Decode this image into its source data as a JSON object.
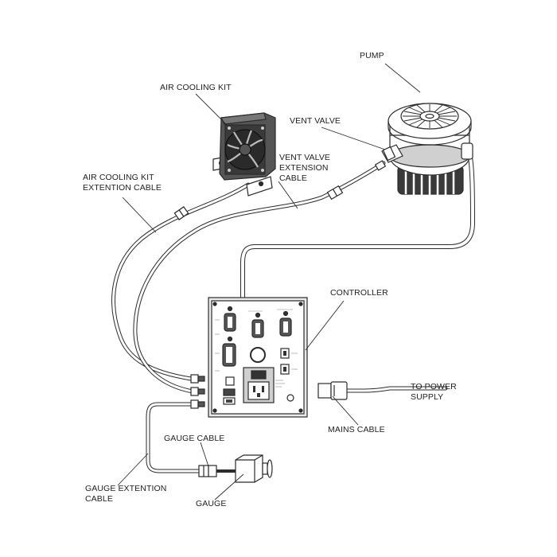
{
  "colors": {
    "line": "#2b2b2b",
    "cable_fill": "#ffffff",
    "part_dark": "#333333",
    "part_mid": "#8a8a8a",
    "part_light": "#dcdcdc",
    "text": "#222222"
  },
  "labels": {
    "pump": "PUMP",
    "air_cooling_kit": "AIR COOLING KIT",
    "vent_valve": "VENT VALVE",
    "vent_valve_extension_cable": [
      "VENT VALVE",
      "EXTENSION",
      "CABLE"
    ],
    "air_cooling_kit_extention_cable": [
      "AIR COOLING KIT",
      "EXTENTION CABLE"
    ],
    "controller": "CONTROLLER",
    "to_power_supply": [
      "TO POWER",
      "SUPPLY"
    ],
    "mains_cable": "MAINS CABLE",
    "gauge_cable": "GAUGE CABLE",
    "gauge_extention_cable": [
      "GAUGE EXTENTION",
      "CABLE"
    ],
    "gauge": "GAUGE"
  }
}
